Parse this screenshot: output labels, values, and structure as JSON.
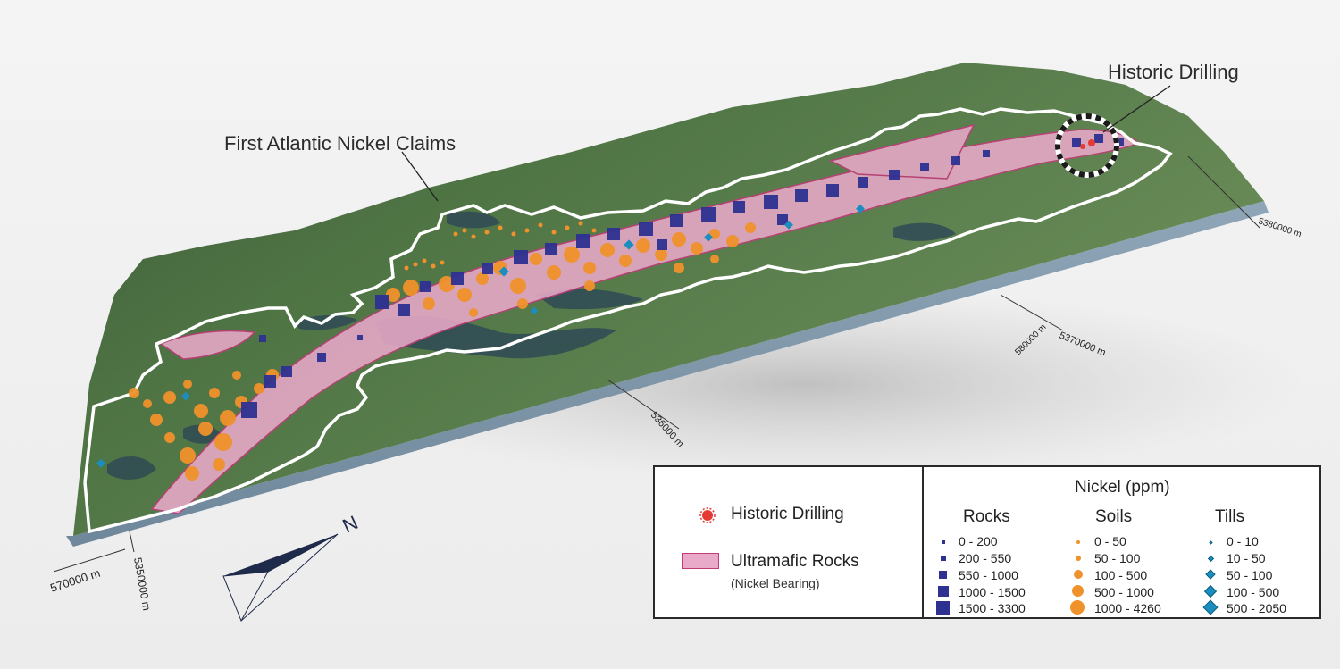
{
  "callouts": {
    "claims": "First Atlantic Nickel Claims",
    "drilling": "Historic Drilling"
  },
  "axis_labels": {
    "e536": "536000 m",
    "e537": "5370000 m",
    "e538": "5380000 m",
    "e570": "570000 m",
    "e535": "5350000 m",
    "e580": "580000 m"
  },
  "north_label": "N",
  "colors": {
    "ultramafic": "#e9a9c9",
    "rocks": "#2e3192",
    "soils": "#f0922b",
    "tills": "#1a8fbf",
    "drilling": "#e53935",
    "claims_outline": "#ffffff"
  },
  "legend": {
    "historic_drilling": "Historic Drilling",
    "ultramafic": "Ultramafic Rocks",
    "ultramafic_sub": "(Nickel Bearing)",
    "title": "Nickel (ppm)",
    "rocks": {
      "title": "Rocks",
      "items": [
        "0 - 200",
        "200 - 550",
        "550 - 1000",
        "1000 - 1500",
        "1500 - 3300"
      ]
    },
    "soils": {
      "title": "Soils",
      "items": [
        "0 - 50",
        "50 - 100",
        "100 - 500",
        "500 - 1000",
        "1000 - 4260"
      ]
    },
    "tills": {
      "title": "Tills",
      "items": [
        "0 - 10",
        "10 - 50",
        "50 - 100",
        "100 - 500",
        "500 - 2050"
      ]
    }
  }
}
